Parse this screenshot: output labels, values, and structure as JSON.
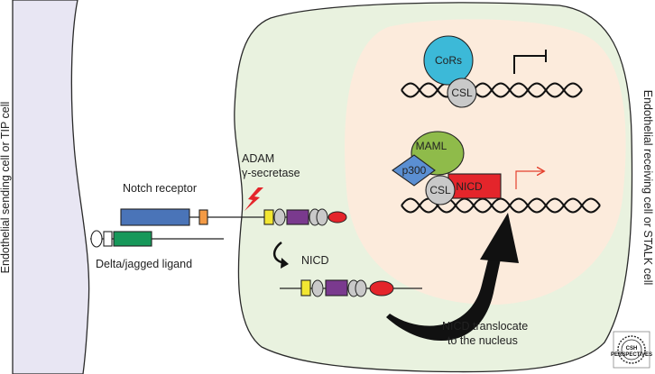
{
  "labels": {
    "sending_cell": "Endothelial sending cell or TIP cell",
    "receiving_cell": "Endothelial receiving cell or STALK cell",
    "notch_receptor": "Notch receptor",
    "ligand": "Delta/jagged ligand",
    "adam": "ADAM",
    "gamma_secretase": "γ-secretase",
    "nicd_cleaved": "NICD",
    "translocate_line1": "NICD translocate",
    "translocate_line2": "to the nucleus",
    "cors": "CoRs",
    "csl_top": "CSL",
    "maml": "MAML",
    "p300": "p300",
    "csl_bottom": "CSL",
    "nicd_nucleus": "NICD"
  },
  "logo": {
    "line1": "CSH",
    "line2": "PERSPECTIVES"
  },
  "colors": {
    "sending_cell": "#e8e6f3",
    "receiving_cell": "#e9f2df",
    "nucleus": "#fcebdc",
    "notch_blue": "#4a74b8",
    "ligand_green": "#17985a",
    "purple": "#7a3a8e",
    "yellow": "#f2e632",
    "orange": "#f39a45",
    "red": "#e4252b",
    "cors_cyan": "#3cb9d8",
    "csl_gray": "#c9c9c9",
    "maml_green": "#8fbb4a",
    "p300_blue": "#5b8fd2",
    "active_arrow": "#e4412e"
  },
  "icons": {
    "cleavage": "lightning-bolt-icon",
    "activation": "bent-arrow-icon",
    "repression": "t-bar-icon"
  }
}
